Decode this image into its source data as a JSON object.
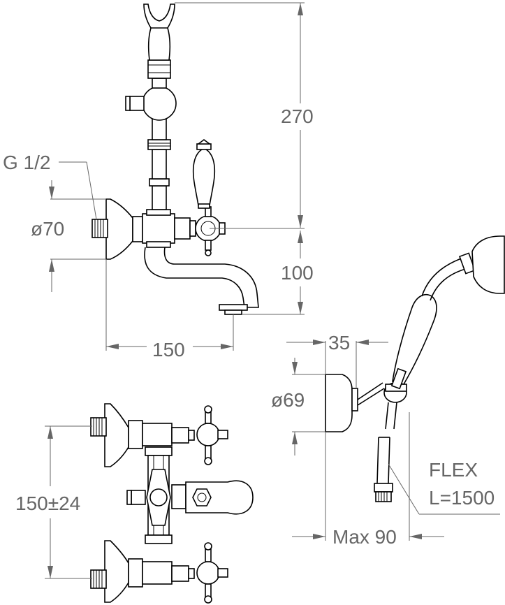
{
  "dimensions": {
    "thread": "G 1/2",
    "flange_diameter": "ø70",
    "height_to_holder": "270",
    "height_to_spout": "100",
    "depth": "150",
    "holder_depth": "35",
    "holder_diameter": "ø69",
    "center_distance": "150±24",
    "hose_type": "FLEX",
    "hose_length": "L=1500",
    "holder_max": "Max 90"
  },
  "colors": {
    "line": "#000000",
    "dimension": "#666666",
    "background": "#ffffff"
  }
}
